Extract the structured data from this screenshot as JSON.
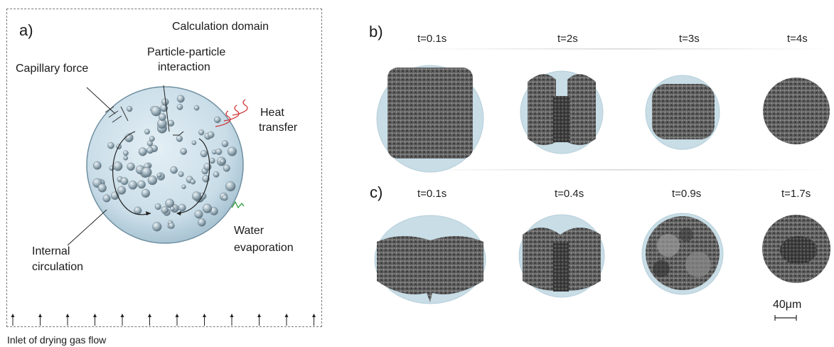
{
  "panel_a": {
    "letter": "a)",
    "domain_label": "Calculation domain",
    "capillary_label": "Capillary force",
    "particle_label_1": "Particle-particle",
    "particle_label_2": "interaction",
    "heat_label_1": "Heat",
    "heat_label_2": "transfer",
    "circulation_label_1": "Internal",
    "circulation_label_2": "circulation",
    "evaporation_label_1": "Water",
    "evaporation_label_2": "evaporation",
    "inlet_label": "Inlet of drying gas flow",
    "colors": {
      "droplet": "#c9dde8",
      "particle": "#8fa4b0",
      "heat": "#d03030",
      "evaporation": "#2e9a3c"
    }
  },
  "panel_b": {
    "letter": "b)",
    "times": [
      "t=0.1s",
      "t=2s",
      "t=3s",
      "t=4s"
    ]
  },
  "panel_c": {
    "letter": "c)",
    "times": [
      "t=0.1s",
      "t=0.4s",
      "t=0.9s",
      "t=1.7s"
    ]
  },
  "scale_bar": {
    "label": "40μm"
  }
}
